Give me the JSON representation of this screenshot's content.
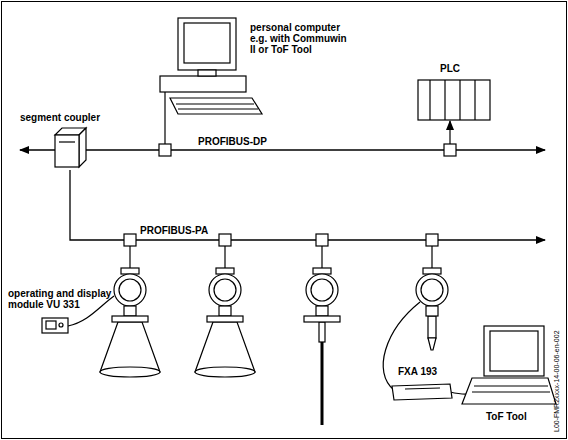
{
  "diagram": {
    "labels": [
      "personal computer e.g. with Commuwin II or ToF Tool",
      "PLC",
      "segment coupler",
      "PROFIBUS-DP",
      "PROFIBUS-PA",
      "operating and display module VU 331",
      "FXA 193",
      "ToF Tool",
      "L00-FMR2xxxx-14-00-06-en-002"
    ]
  }
}
